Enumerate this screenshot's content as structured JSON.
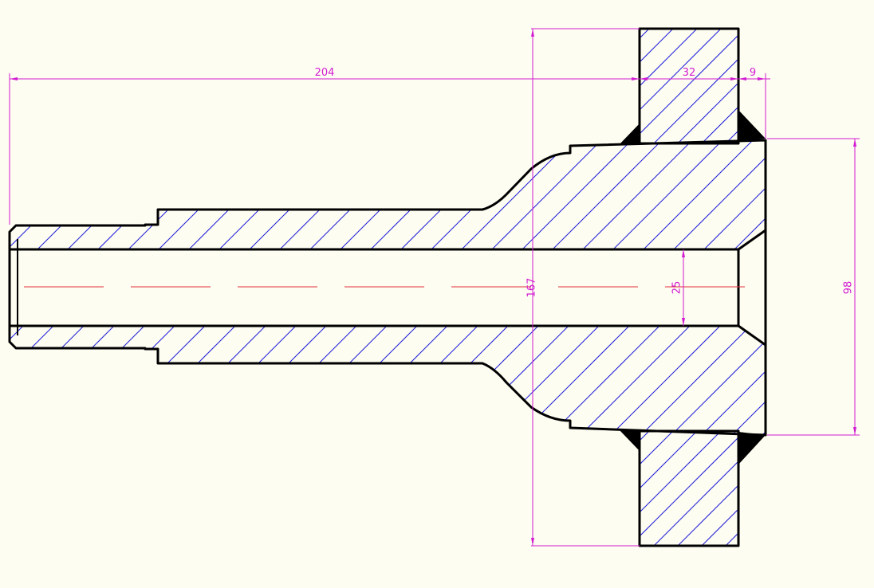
{
  "background": "#fefdf1",
  "colors": {
    "outline": "#000000",
    "hatch": "#1a1ad8",
    "dimension": "#d21cd2",
    "centerline": "#e0303a",
    "weld": "#000000"
  },
  "dimensions": {
    "overall_length": "204",
    "flange_thickness": "32",
    "flange_offset": "9",
    "flange_height": "167",
    "bore_diameter": "25",
    "hub_diameter": "98"
  }
}
